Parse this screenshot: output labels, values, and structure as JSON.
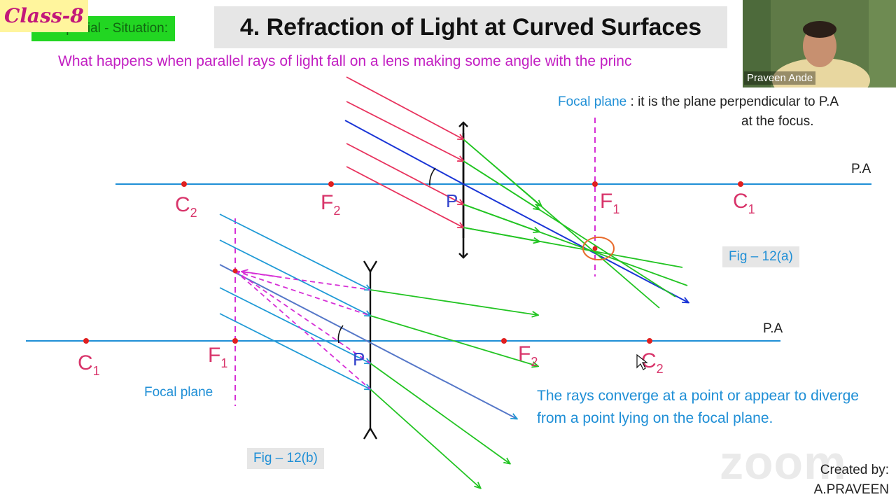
{
  "header": {
    "class_badge": "Class-8",
    "special_tag": "Special - Situation:",
    "title": "4. Refraction of Light at Curved Surfaces",
    "question": "What happens when parallel rays of light fall on a lens making some angle with the princ"
  },
  "webcam": {
    "name": "Praveen Ande"
  },
  "focal_definition": {
    "keyword": "Focal plane",
    "text_line1": " : it is  the plane perpendicular to P.A",
    "text_line2": "at the focus."
  },
  "diagram_a": {
    "axis_label": "P.A",
    "points": {
      "c2": "C",
      "f2": "F",
      "p": "P",
      "f1": "F",
      "c1": "C"
    },
    "subscripts": {
      "c2": "2",
      "f2": "2",
      "f1": "1",
      "c1": "1"
    },
    "figure_label": "Fig – 12(a)"
  },
  "diagram_b": {
    "axis_label": "P.A",
    "points": {
      "c1": "C",
      "f1": "F",
      "p": "P",
      "f2": "F",
      "c2": "C"
    },
    "subscripts": {
      "c1": "1",
      "f1": "1",
      "f2": "2",
      "c2": "2"
    },
    "focal_plane_label": "Focal plane",
    "figure_label": "Fig – 12(b)"
  },
  "conclusion": "The rays converge at a point or appear  to diverge from a point lying on the focal plane.",
  "watermark": "zoom",
  "credit": {
    "line1": "Created by:",
    "line2": "A.PRAVEEN"
  },
  "colors": {
    "axis": "#1f8fd6",
    "incident_red": "#e8335e",
    "refracted_green": "#22c422",
    "central_blue": "#1a35d6",
    "virtual_magenta": "#d62fd6",
    "point_red": "#e02020",
    "label_pink": "#d8346a",
    "label_blue": "#3344cc"
  }
}
